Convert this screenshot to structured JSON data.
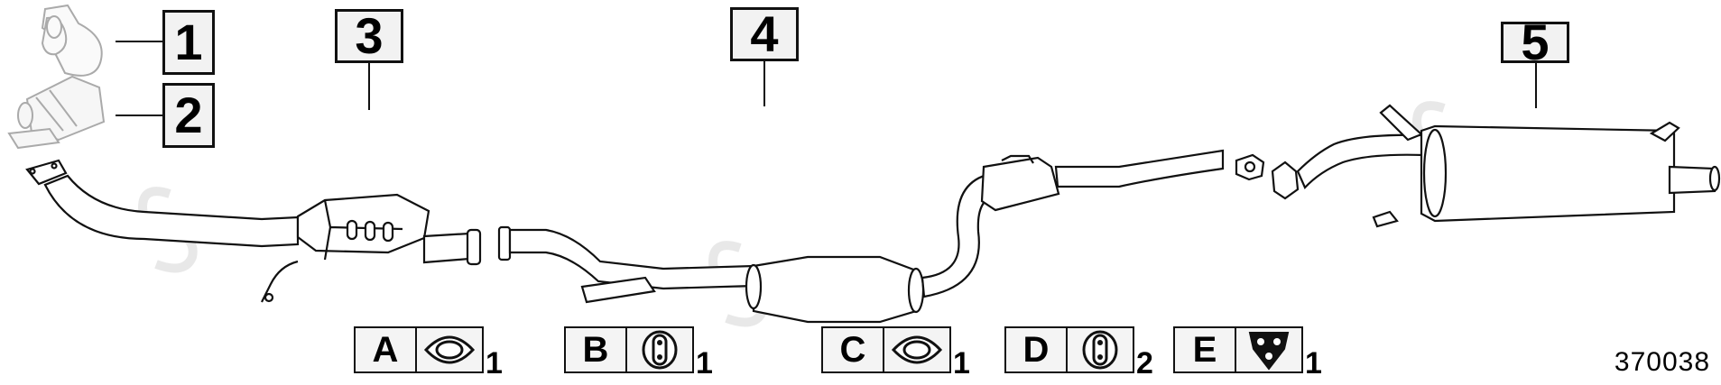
{
  "parts": [
    {
      "id": "part-1",
      "label": "1"
    },
    {
      "id": "part-2",
      "label": "2"
    },
    {
      "id": "part-3",
      "label": "3"
    },
    {
      "id": "part-4",
      "label": "4"
    },
    {
      "id": "part-5",
      "label": "5"
    }
  ],
  "accessories": [
    {
      "letter": "A",
      "icon": "gasket-oval-icon",
      "qty": "1"
    },
    {
      "letter": "B",
      "icon": "rubber-hanger-icon",
      "qty": "1"
    },
    {
      "letter": "C",
      "icon": "gasket-oval-icon",
      "qty": "1"
    },
    {
      "letter": "D",
      "icon": "rubber-hanger-icon",
      "qty": "2"
    },
    {
      "letter": "E",
      "icon": "triangle-mount-icon",
      "qty": "1"
    }
  ],
  "reference_number": "370038",
  "colors": {
    "line": "#111111",
    "fill": "#ffffff",
    "watermark": "#e6e6e6",
    "box_bg": "#f2f2f2"
  }
}
